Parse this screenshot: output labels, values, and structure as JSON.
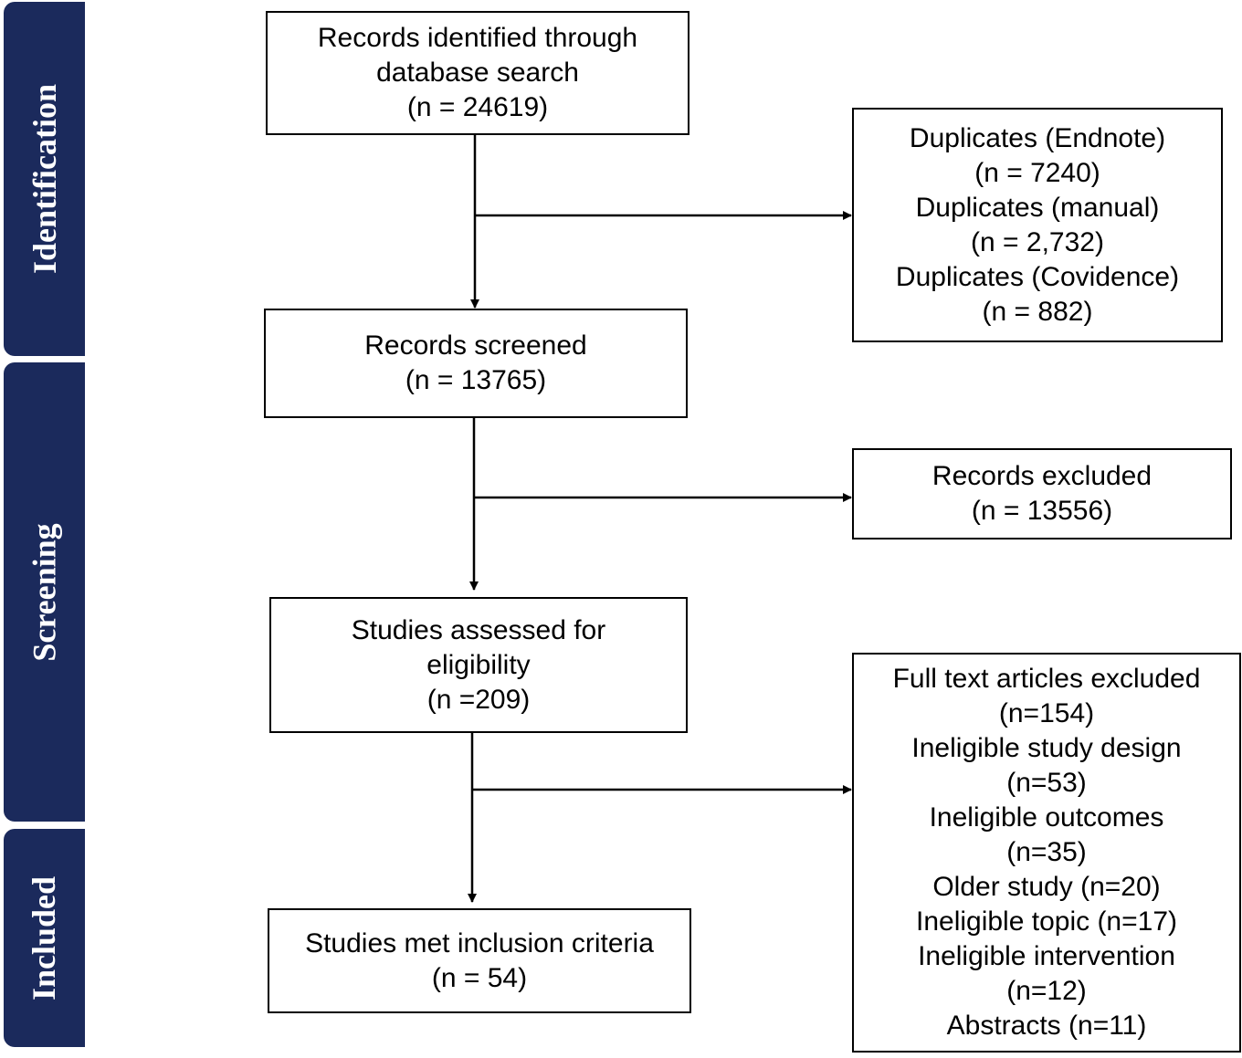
{
  "phases": {
    "identification": "Identification",
    "screening": "Screening",
    "included": "Included"
  },
  "boxes": {
    "identified": [
      "Records identified through",
      "database search",
      "(n = 24619)"
    ],
    "duplicates": [
      "Duplicates (Endnote)",
      "(n = 7240)",
      "Duplicates (manual)",
      "(n = 2,732)",
      "Duplicates (Covidence)",
      "(n = 882)"
    ],
    "screened": [
      "Records screened",
      "(n = 13765)"
    ],
    "excluded": [
      "Records excluded",
      "(n = 13556)"
    ],
    "assessed": [
      "Studies assessed for",
      "eligibility",
      "(n =209)"
    ],
    "fulltext_excluded": [
      "Full text articles excluded",
      "(n=154)",
      "Ineligible study design",
      "(n=53)",
      "Ineligible outcomes",
      "(n=35)",
      "Older study (n=20)",
      "Ineligible topic (n=17)",
      "Ineligible intervention",
      "(n=12)",
      "Abstracts (n=11)"
    ],
    "included": [
      "Studies met inclusion criteria",
      "(n = 54)"
    ]
  },
  "colors": {
    "phase_bar": "#1b2a5c",
    "phase_text": "#ffffff",
    "line": "#000000"
  }
}
